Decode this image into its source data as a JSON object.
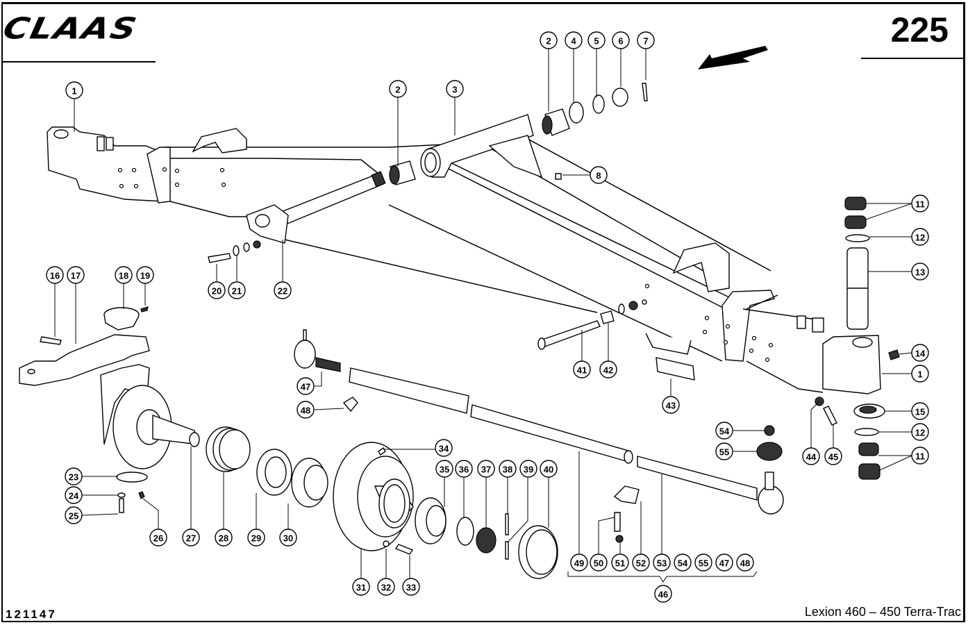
{
  "header": {
    "brand": "CLAAS",
    "page_number": "225",
    "direction_arrow_icon": "arrow-forward-direction-icon"
  },
  "footer": {
    "drawing_id": "121147",
    "model": "Lexion 460 – 450 Terra-Trac"
  },
  "callouts": [
    {
      "id": "c1a",
      "label": "1"
    },
    {
      "id": "c2a",
      "label": "2"
    },
    {
      "id": "c3",
      "label": "3"
    },
    {
      "id": "c2b",
      "label": "2"
    },
    {
      "id": "c4",
      "label": "4"
    },
    {
      "id": "c5",
      "label": "5"
    },
    {
      "id": "c6",
      "label": "6"
    },
    {
      "id": "c7",
      "label": "7"
    },
    {
      "id": "c8",
      "label": "8"
    },
    {
      "id": "c11a",
      "label": "11"
    },
    {
      "id": "c12a",
      "label": "12"
    },
    {
      "id": "c13",
      "label": "13"
    },
    {
      "id": "c14",
      "label": "14"
    },
    {
      "id": "c1b",
      "label": "1"
    },
    {
      "id": "c15",
      "label": "15"
    },
    {
      "id": "c12b",
      "label": "12"
    },
    {
      "id": "c11b",
      "label": "11"
    },
    {
      "id": "c16",
      "label": "16"
    },
    {
      "id": "c17",
      "label": "17"
    },
    {
      "id": "c18",
      "label": "18"
    },
    {
      "id": "c19",
      "label": "19"
    },
    {
      "id": "c20",
      "label": "20"
    },
    {
      "id": "c21",
      "label": "21"
    },
    {
      "id": "c22",
      "label": "22"
    },
    {
      "id": "c23",
      "label": "23"
    },
    {
      "id": "c24",
      "label": "24"
    },
    {
      "id": "c25",
      "label": "25"
    },
    {
      "id": "c26",
      "label": "26"
    },
    {
      "id": "c27",
      "label": "27"
    },
    {
      "id": "c28",
      "label": "28"
    },
    {
      "id": "c29",
      "label": "29"
    },
    {
      "id": "c30",
      "label": "30"
    },
    {
      "id": "c31",
      "label": "31"
    },
    {
      "id": "c32",
      "label": "32"
    },
    {
      "id": "c33",
      "label": "33"
    },
    {
      "id": "c34",
      "label": "34"
    },
    {
      "id": "c35",
      "label": "35"
    },
    {
      "id": "c36",
      "label": "36"
    },
    {
      "id": "c37",
      "label": "37"
    },
    {
      "id": "c38",
      "label": "38"
    },
    {
      "id": "c39",
      "label": "39"
    },
    {
      "id": "c40",
      "label": "40"
    },
    {
      "id": "c41",
      "label": "41"
    },
    {
      "id": "c42",
      "label": "42"
    },
    {
      "id": "c43",
      "label": "43"
    },
    {
      "id": "c44",
      "label": "44"
    },
    {
      "id": "c45",
      "label": "45"
    },
    {
      "id": "c47a",
      "label": "47"
    },
    {
      "id": "c48a",
      "label": "48"
    },
    {
      "id": "c54a",
      "label": "54"
    },
    {
      "id": "c55a",
      "label": "55"
    },
    {
      "id": "c49",
      "label": "49"
    },
    {
      "id": "c50",
      "label": "50"
    },
    {
      "id": "c51",
      "label": "51"
    },
    {
      "id": "c52",
      "label": "52"
    },
    {
      "id": "c53",
      "label": "53"
    },
    {
      "id": "c54b",
      "label": "54"
    },
    {
      "id": "c55b",
      "label": "55"
    },
    {
      "id": "c47b",
      "label": "47"
    },
    {
      "id": "c48b",
      "label": "48"
    },
    {
      "id": "c46",
      "label": "46"
    }
  ]
}
